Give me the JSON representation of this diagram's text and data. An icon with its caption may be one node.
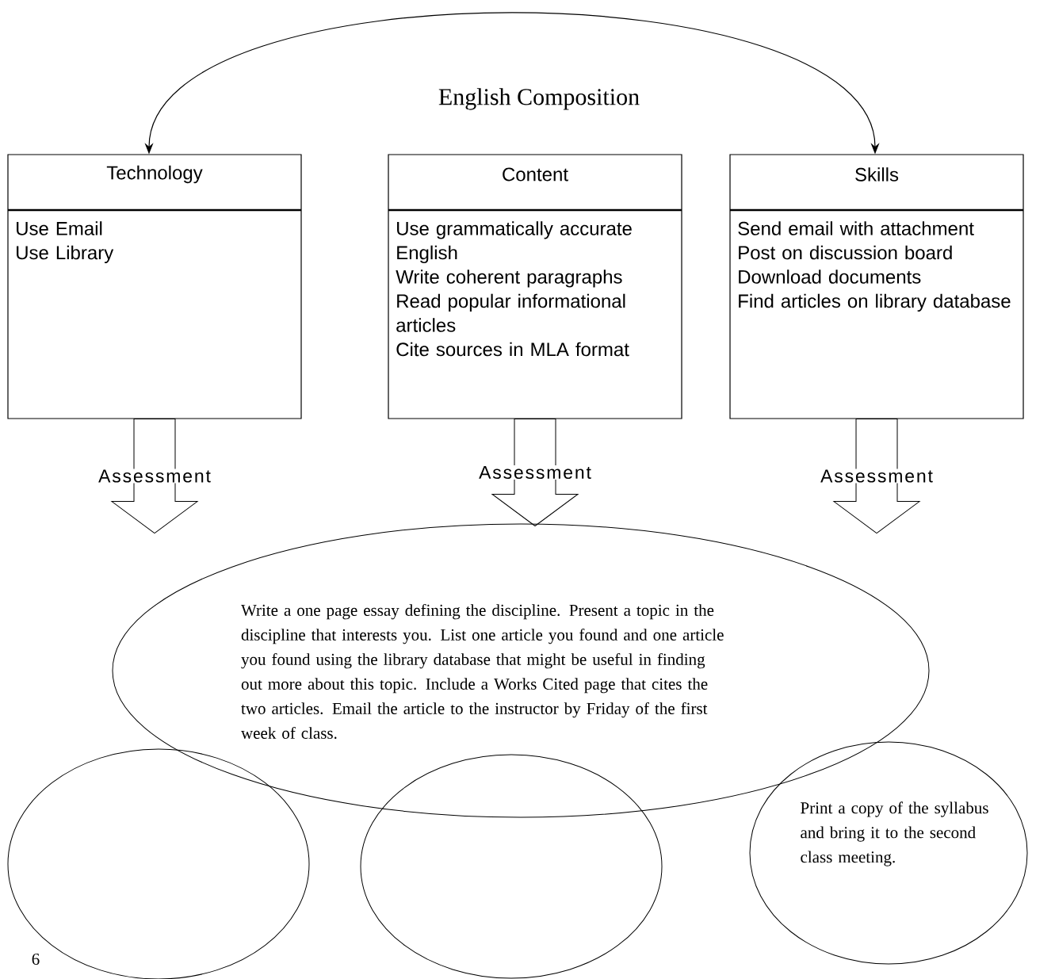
{
  "diagram": {
    "title": "English Composition",
    "nodes": [
      {
        "text": [
          "Technology",
          "Use Email",
          "Use Library"
        ]
      },
      {
        "text": [
          "Content",
          "Use grammatically accurate English",
          "Write coherent paragraphs",
          "Read popular informational articles",
          "Cite sources in MLA format"
        ]
      },
      {
        "text": [
          "Skills",
          "Send email with attachment",
          "Post on discussion board",
          "Download documents",
          "Find articles on library database"
        ]
      },
      {
        "text": [
          "Write a one page essay defining the discipline. Present a topic in the discipline that interests you. List one article you found and one article you found using the library database that might be useful in finding out more about this topic. Include a Works Cited page that cites the two articles. Email the article to the instructor by Friday of the first week of class."
        ]
      },
      {
        "text": [],
        "shape": "circle"
      },
      {
        "text": [],
        "shape": "circle"
      },
      {
        "text": [
          "Print a copy of the syllabus and bring it to the second class meeting."
        ]
      }
    ],
    "edges": [
      {
        "from": 0,
        "to": 2,
        "arrow": "both"
      },
      {
        "from": 0,
        "to": null,
        "arrow": "to",
        "label": "Assessment"
      },
      {
        "from": 1,
        "to": 3,
        "arrow": "to",
        "label": "Assessment"
      },
      {
        "from": 2,
        "to": null,
        "arrow": "to",
        "label": "Assessment"
      }
    ],
    "labels": [
      "6"
    ]
  }
}
